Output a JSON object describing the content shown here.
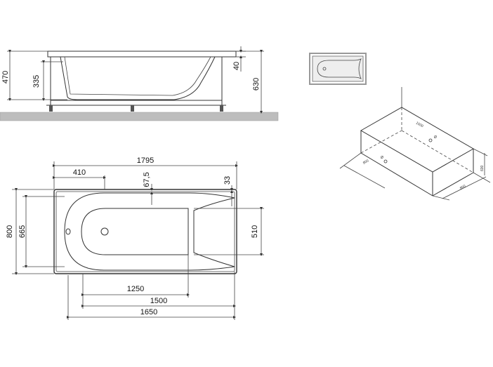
{
  "colors": {
    "line": "#333333",
    "ground": "#bdbdbd",
    "thumbnail_frame": "#999999",
    "background": "#ffffff"
  },
  "side_view": {
    "height_overall": "470",
    "height_inner": "335",
    "rim": "40",
    "height_with_legs": "630"
  },
  "top_view": {
    "length_overall": "1795",
    "drain_offset": "410",
    "rim_width": "67,5",
    "edge": "33",
    "width_overall": "800",
    "width_inner": "665",
    "bottom_width": "510",
    "bottom_length": "1250",
    "inner_length": "1500",
    "outer_length": "1650"
  },
  "iso_view": {
    "label_length": "1500",
    "label_width": "800",
    "label_height": "600",
    "label_side": "800",
    "symbol_a": "Ø",
    "symbol_b": "Ø"
  }
}
